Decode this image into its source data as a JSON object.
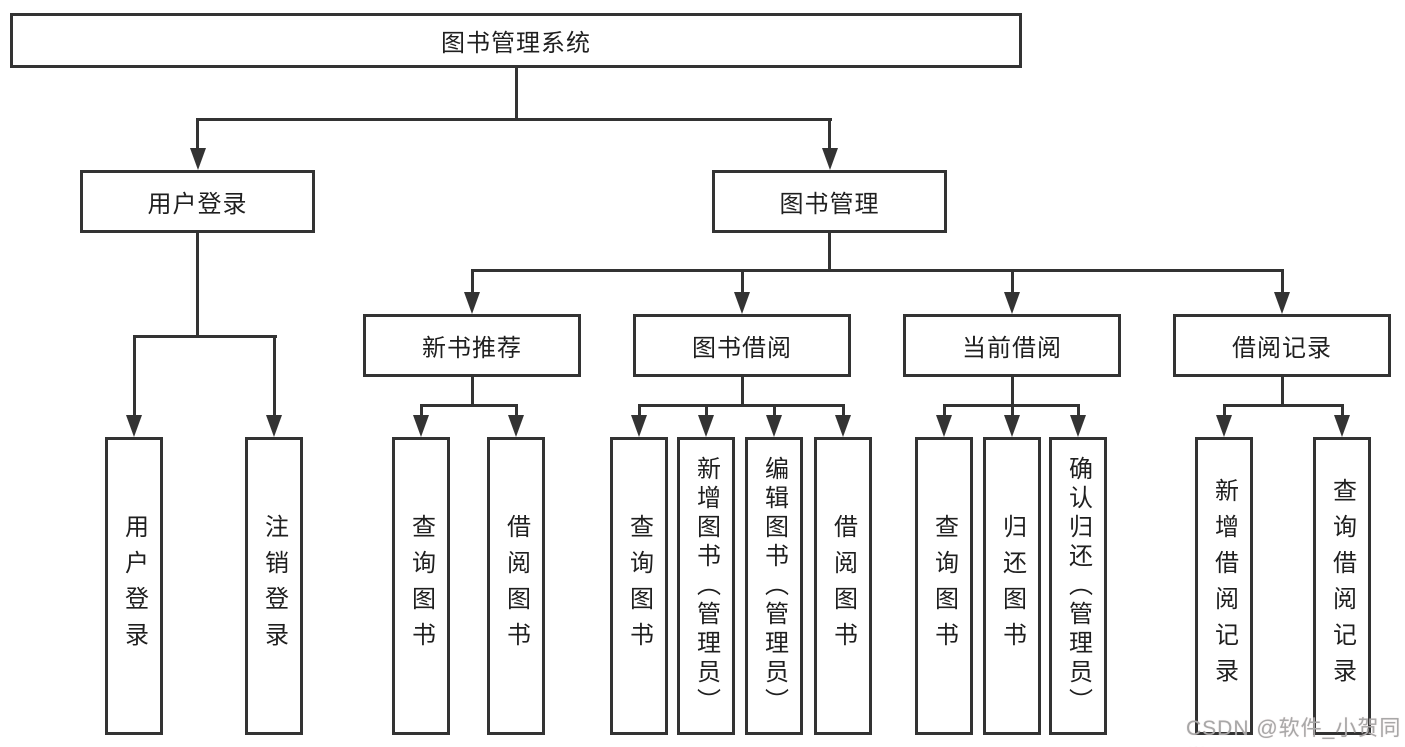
{
  "diagram_type": "system-function-tree",
  "colors": {
    "line": "#333333",
    "text": "#1f1f1f",
    "box_background": "#ffffff",
    "watermark": "#a8a8a8"
  },
  "tree": {
    "root": {
      "label": "图书管理系统"
    },
    "branches": [
      {
        "label": "用户登录",
        "children": [
          {
            "label": "用户登录"
          },
          {
            "label": "注销登录"
          }
        ]
      },
      {
        "label": "图书管理",
        "groups": [
          {
            "label": "新书推荐",
            "children": [
              {
                "label": "查询图书"
              },
              {
                "label": "借阅图书"
              }
            ]
          },
          {
            "label": "图书借阅",
            "children": [
              {
                "label": "查询图书"
              },
              {
                "label": "新增图书（管理员）"
              },
              {
                "label": "编辑图书（管理员）"
              },
              {
                "label": "借阅图书"
              }
            ]
          },
          {
            "label": "当前借阅",
            "children": [
              {
                "label": "查询图书"
              },
              {
                "label": "归还图书"
              },
              {
                "label": "确认归还（管理员）"
              }
            ]
          },
          {
            "label": "借阅记录",
            "children": [
              {
                "label": "新增借阅记录"
              },
              {
                "label": "查询借阅记录"
              }
            ]
          }
        ]
      }
    ]
  },
  "watermark": {
    "text": "CSDN @软件_小贺同学"
  }
}
